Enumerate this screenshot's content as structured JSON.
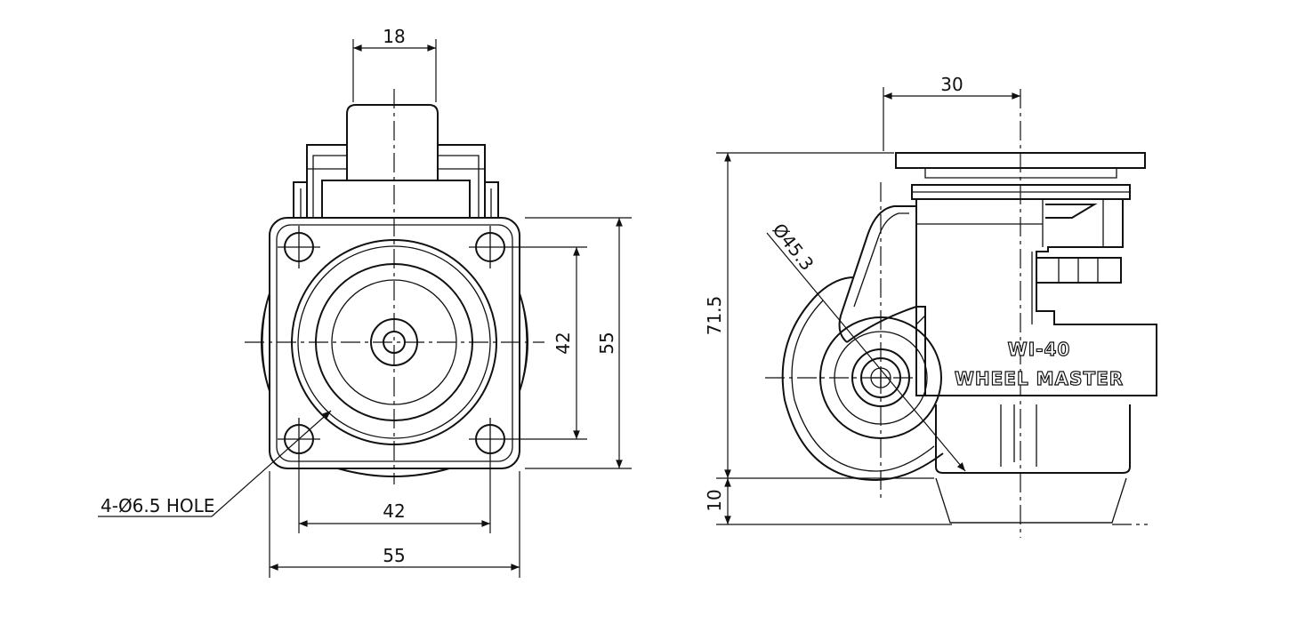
{
  "front_view": {
    "dim_top": "18",
    "dim_right_inner": "42",
    "dim_right_outer": "55",
    "dim_bottom_inner": "42",
    "dim_bottom_outer": "55",
    "hole_note": "4-Ø6.5 HOLE"
  },
  "side_view": {
    "dim_top": "30",
    "dim_height": "71.5",
    "dim_bottom": "10",
    "dim_wheel": "Ø45.3",
    "model": "WI-40",
    "brand": "WHEEL MASTER"
  }
}
